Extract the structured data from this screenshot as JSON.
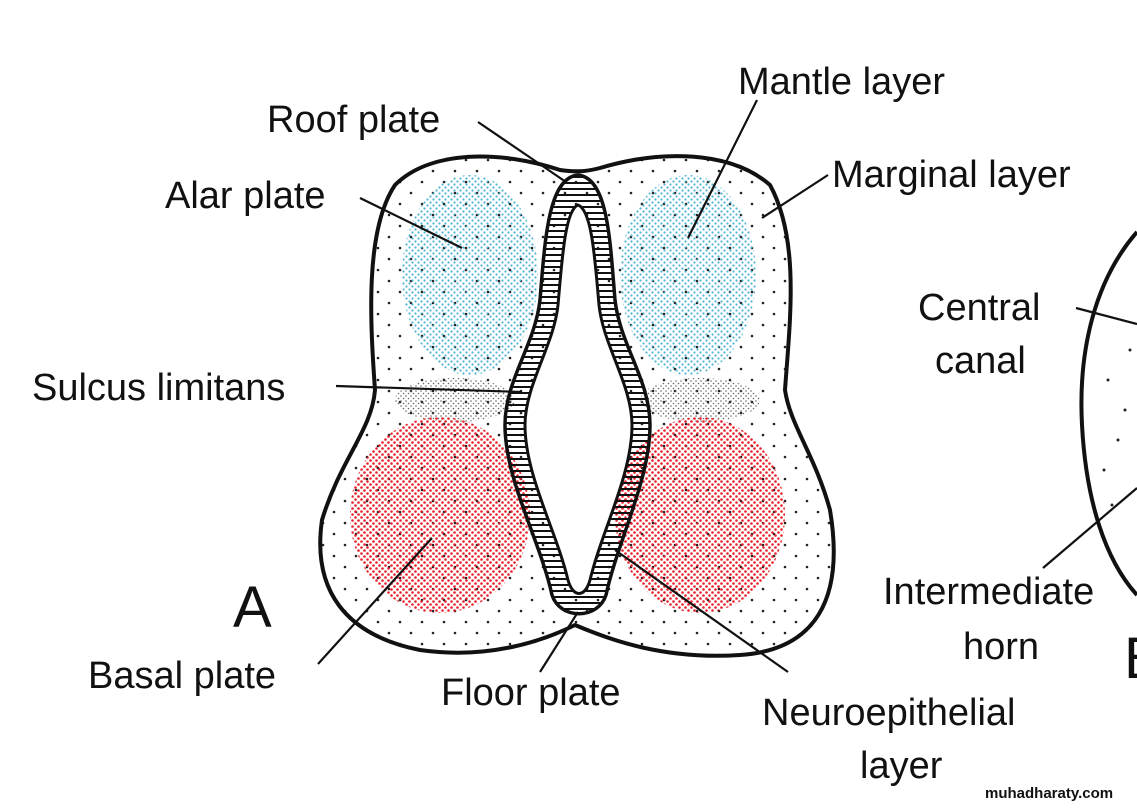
{
  "labels": {
    "roof_plate": "Roof plate",
    "alar_plate": "Alar plate",
    "mantle_layer": "Mantle layer",
    "marginal_layer": "Marginal layer",
    "central_canal_line1": "Central",
    "central_canal_line2": "canal",
    "sulcus_limitans": "Sulcus limitans",
    "intermediate_horn_line1": "Intermediate",
    "intermediate_horn_line2": "horn",
    "basal_plate": "Basal plate",
    "floor_plate": "Floor plate",
    "neuroepithelial_line1": "Neuroepithelial",
    "neuroepithelial_line2": "layer"
  },
  "panels": {
    "a": "A",
    "b": "B"
  },
  "watermark": "muhadharaty.com",
  "colors": {
    "alar_plate": "#4fb3cf",
    "basal_plate": "#e8202a",
    "outline": "#111111",
    "background": "#ffffff"
  }
}
